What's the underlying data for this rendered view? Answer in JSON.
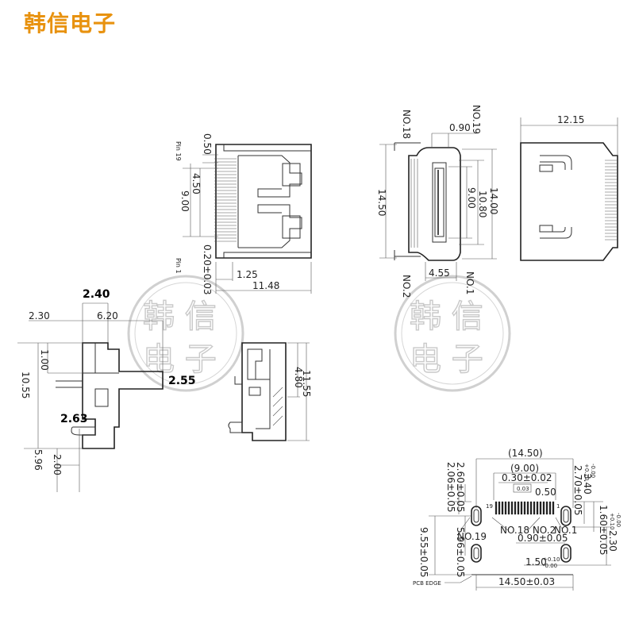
{
  "brand": {
    "name": "韩信电子",
    "color": "#e8920f"
  },
  "watermark": {
    "text_line1": "韩 信",
    "text_line2": "电 子"
  },
  "front_view": {
    "pin19_label": "Pin 19",
    "pin1_label": "Pin 1",
    "dim_050": "0.50",
    "dim_450": "4.50",
    "dim_900": "9.00",
    "dim_020": "0.20±0.03",
    "dim_125": "1.25",
    "dim_1148": "11.48"
  },
  "end_view": {
    "no18": "NO.18",
    "no19": "NO.19",
    "no2": "NO.2",
    "no1": "NO.1",
    "dim_090": "0.90",
    "dim_1450": "14.50",
    "dim_900": "9.00",
    "dim_1080": "10.80",
    "dim_1400": "14.00",
    "dim_455": "4.55"
  },
  "side_view": {
    "dim_1215": "12.15"
  },
  "profile_view": {
    "dim_240": "2.40",
    "dim_230": "2.30",
    "dim_620": "6.20",
    "dim_100": "1.00",
    "dim_1055": "10.55",
    "dim_255": "2.55",
    "dim_263": "2.63",
    "dim_596": "5.96",
    "dim_200": "2.00"
  },
  "rear_view": {
    "dim_480": "4.80",
    "dim_1155": "11.55"
  },
  "footprint": {
    "dim_1450_ref": "(14.50)",
    "dim_900_ref": "(9.00)",
    "dim_030": "0.30±0.02",
    "dim_003": "0.03",
    "dim_050": "0.50",
    "dim_206": "2.06±0.05",
    "dim_260": "2.60±0.05",
    "dim_270": "2.70±0.05",
    "dim_340": "3.40",
    "dim_340_tol_upper": "+0.10",
    "dim_340_tol_lower": "-0.00",
    "dim_160": "1.60±0.05",
    "dim_230": "2.30",
    "dim_230_tol_upper": "+0.10",
    "dim_230_tol_lower": "-0.00",
    "pin19": "19",
    "pin1": "1",
    "no18_no2": "NO.18 NO.2",
    "no1": "NO.1",
    "no19": "NO.19",
    "dim_596": "5.96±0.05",
    "dim_955": "9.55±0.05",
    "dim_090": "0.90±0.05",
    "dim_150": "1.50",
    "dim_150_tol_upper": "+0.10",
    "dim_150_tol_lower": "-0.00",
    "pcb_edge": "PCB EDGE",
    "dim_1450": "14.50±0.03"
  }
}
